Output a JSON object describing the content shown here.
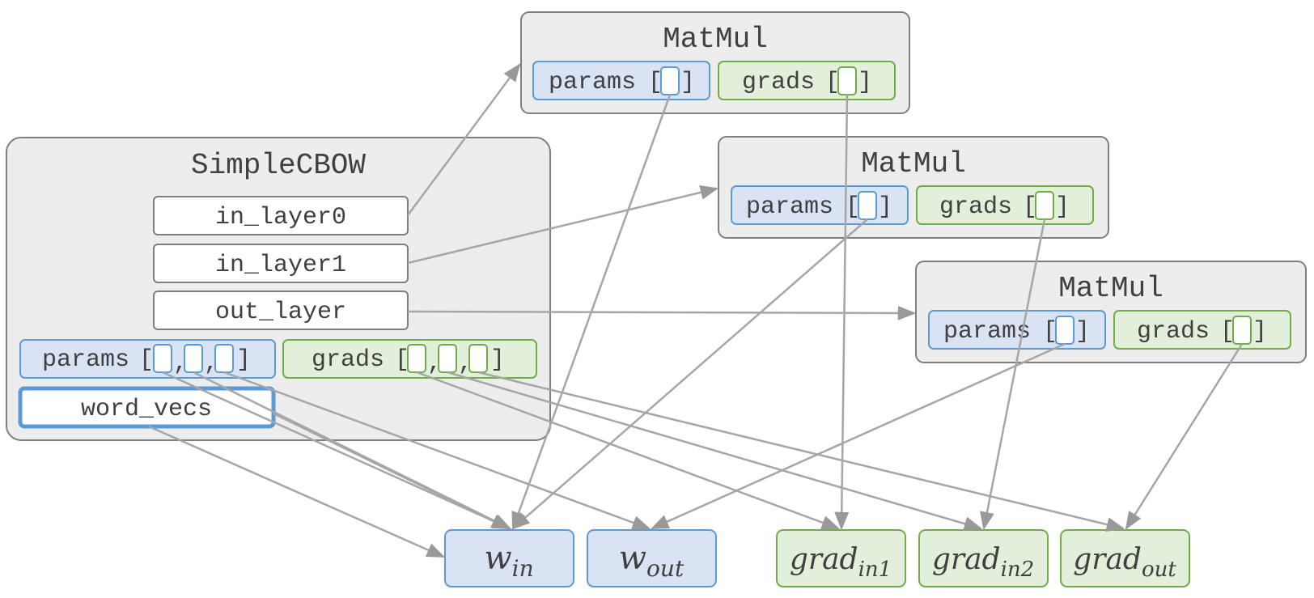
{
  "simplecbow": {
    "title": "SimpleCBOW",
    "in_layer0": "in_layer0",
    "in_layer1": "in_layer1",
    "out_layer": "out_layer",
    "params_label": "params",
    "grads_label": "grads",
    "word_vecs": "word_vecs"
  },
  "matmul": [
    {
      "title": "MatMul",
      "params_label": "params",
      "grads_label": "grads"
    },
    {
      "title": "MatMul",
      "params_label": "params",
      "grads_label": "grads"
    },
    {
      "title": "MatMul",
      "params_label": "params",
      "grads_label": "grads"
    }
  ],
  "arrays": {
    "w_in": {
      "base": "w",
      "sub": "in"
    },
    "w_out": {
      "base": "w",
      "sub": "out"
    },
    "grad_in1": {
      "base": "grad",
      "sub": "in1"
    },
    "grad_in2": {
      "base": "grad",
      "sub": "in2"
    },
    "grad_out": {
      "base": "grad",
      "sub": "out"
    }
  },
  "colors": {
    "panel_fill": "#ededed",
    "panel_stroke": "#7f7f7f",
    "params_fill": "#dae3f3",
    "params_stroke": "#5b9bd5",
    "grads_fill": "#e2efda",
    "grads_stroke": "#70ad47",
    "arrow": "#a6a6a6"
  }
}
